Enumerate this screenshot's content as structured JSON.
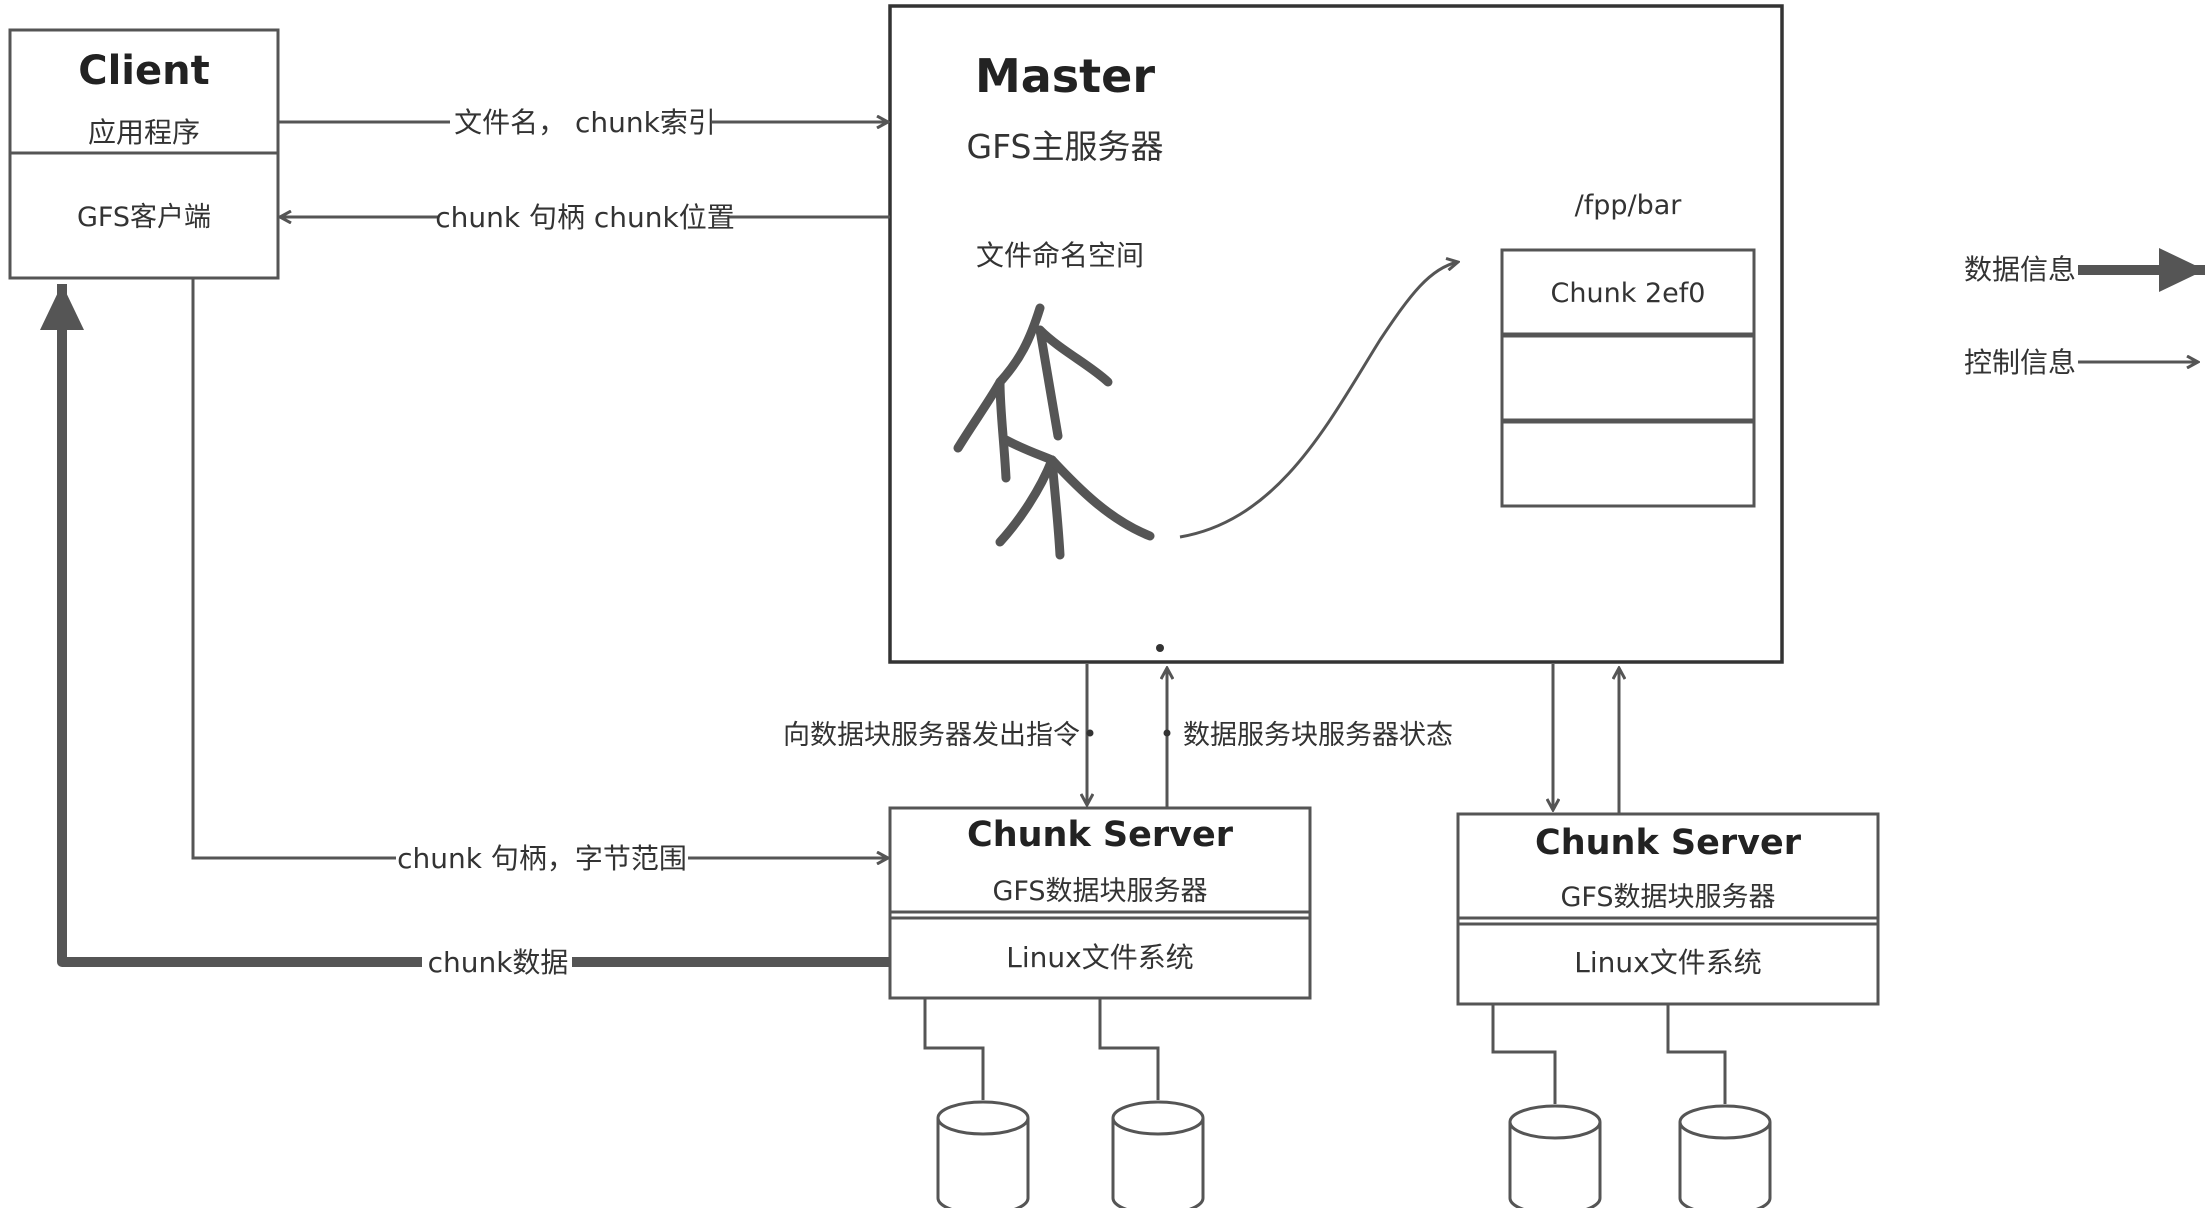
{
  "client": {
    "title": "Client",
    "app_label": "应用程序",
    "gfs_client_label": "GFS客户端"
  },
  "master": {
    "title": "Master",
    "subtitle": "GFS主服务器",
    "namespace_label": "文件命名空间",
    "file_path": "/fpp/bar",
    "chunk_label": "Chunk 2ef0"
  },
  "arrows": {
    "filename_chunk_index": "文件名， chunk索引",
    "chunk_handle_location": "chunk 句柄 chunk位置",
    "send_instructions": "向数据块服务器发出指令",
    "server_status": "数据服务块服务器状态",
    "chunk_handle_byte_range": "chunk 句柄，字节范围",
    "chunk_data": "chunk数据"
  },
  "chunk_servers": [
    {
      "title": "Chunk Server",
      "subtitle": "GFS数据块服务器",
      "fs_label": "Linux文件系统"
    },
    {
      "title": "Chunk Server",
      "subtitle": "GFS数据块服务器",
      "fs_label": "Linux文件系统"
    }
  ],
  "legend": {
    "data_info": "数据信息",
    "control_info": "控制信息"
  },
  "colors": {
    "stroke": "#555555",
    "text": "#333333",
    "background": "#ffffff"
  }
}
